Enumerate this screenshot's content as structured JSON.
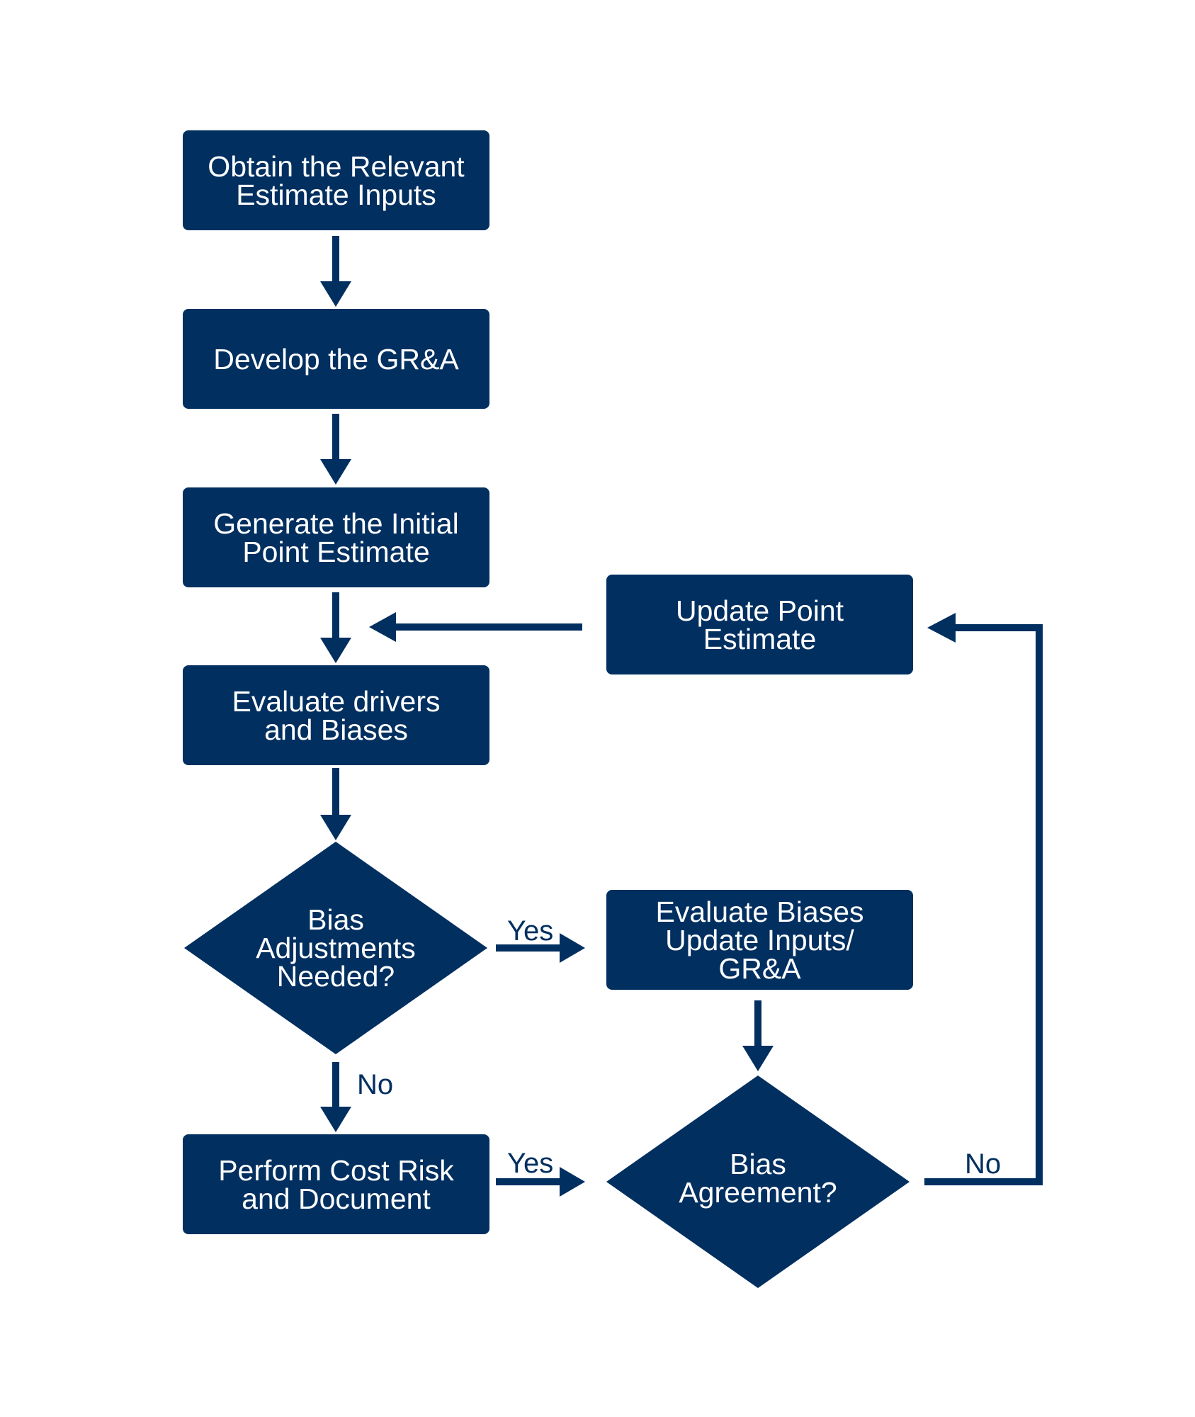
{
  "colors": {
    "node_fill": "#012f60",
    "node_text": "#ffffff",
    "connector": "#012f60",
    "background": "#ffffff"
  },
  "nodes": {
    "obtain_inputs": "Obtain the Relevant\nEstimate Inputs",
    "develop_gra": "Develop the GR&A",
    "initial_estimate": "Generate the Initial\nPoint Estimate",
    "evaluate_drivers": "Evaluate drivers\nand Biases",
    "bias_adjustments": "Bias\nAdjustments\nNeeded?",
    "evaluate_biases": "Evaluate Biases\nUpdate Inputs/\nGR&A",
    "update_point": "Update Point\nEstimate",
    "bias_agreement": "Bias\nAgreement?",
    "cost_risk": "Perform Cost Risk\nand Document"
  },
  "edge_labels": {
    "adjust_yes": "Yes",
    "adjust_no": "No",
    "agreement_yes": "Yes",
    "agreement_no": "No"
  }
}
